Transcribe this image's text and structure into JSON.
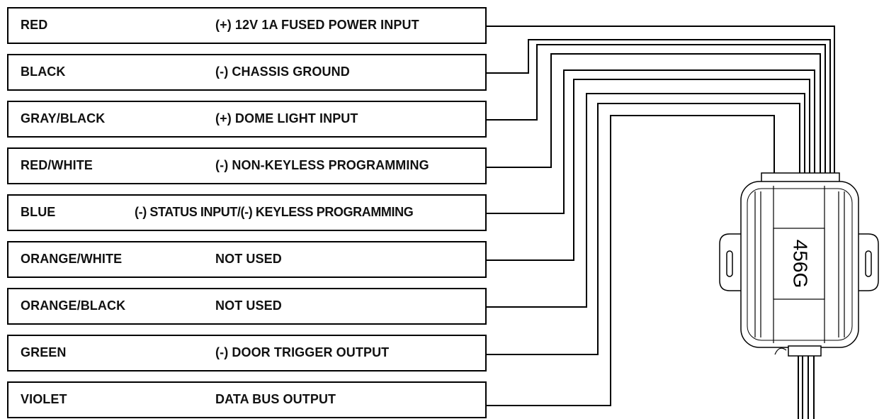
{
  "wires": [
    {
      "color": "RED",
      "function": "(+) 12V 1A FUSED POWER INPUT"
    },
    {
      "color": "BLACK",
      "function": "(-) CHASSIS GROUND"
    },
    {
      "color": "GRAY/BLACK",
      "function": "(+) DOME LIGHT INPUT"
    },
    {
      "color": "RED/WHITE",
      "function": "(-) NON-KEYLESS PROGRAMMING"
    },
    {
      "color": "BLUE",
      "function": "(-) STATUS INPUT/(-) KEYLESS PROGRAMMING"
    },
    {
      "color": "ORANGE/WHITE",
      "function": "NOT USED"
    },
    {
      "color": "ORANGE/BLACK",
      "function": "NOT USED"
    },
    {
      "color": "GREEN",
      "function": "(-) DOOR TRIGGER OUTPUT"
    },
    {
      "color": "VIOLET",
      "function": "DATA BUS OUTPUT"
    }
  ],
  "module": {
    "label": "456G"
  }
}
